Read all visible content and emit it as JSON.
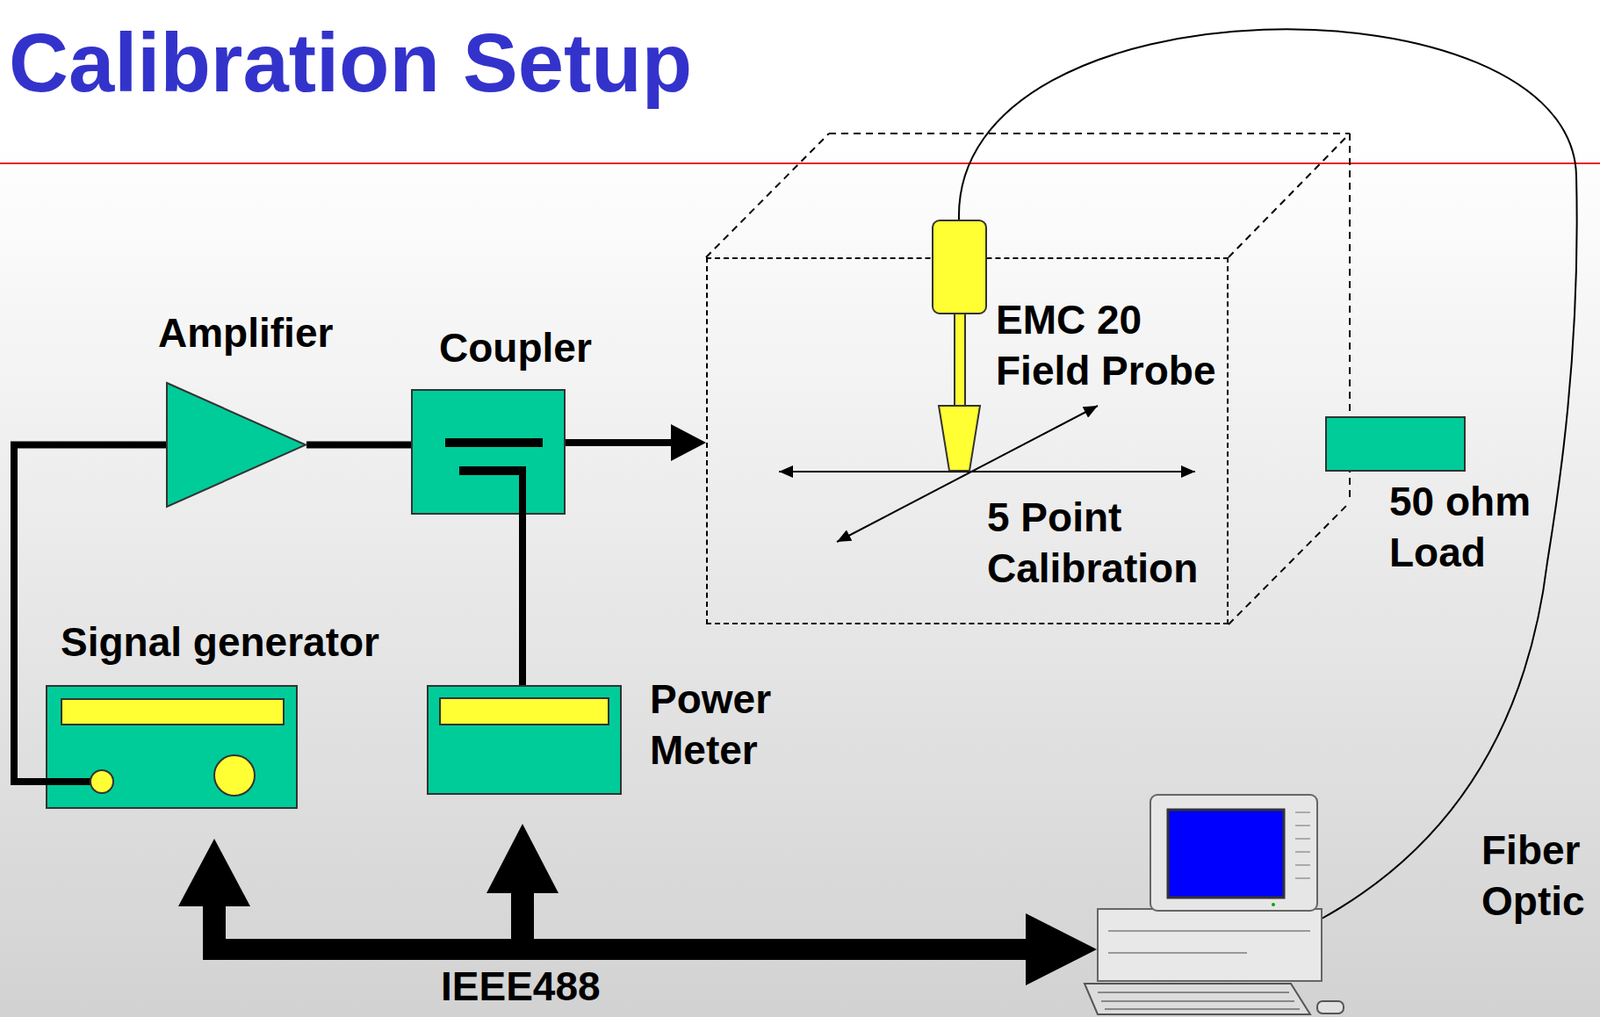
{
  "diagram": {
    "title": "Calibration Setup",
    "nodes": [
      {
        "text": [
          "Amplifier"
        ]
      },
      {
        "text": [
          "Coupler"
        ]
      },
      {
        "text": [
          "5 Point Calibration"
        ]
      },
      {
        "text": [
          "EMC 20 Field Probe"
        ],
        "in": 2
      },
      {
        "text": [
          "50 ohm Load"
        ]
      },
      {
        "text": [
          "Signal generator"
        ]
      },
      {
        "text": [
          "Power Meter"
        ]
      }
    ],
    "edges": [
      {
        "from": 5,
        "to": 0,
        "arrow": "none"
      },
      {
        "from": 0,
        "to": 1,
        "arrow": "none"
      },
      {
        "from": 1,
        "to": 2,
        "arrow": "to"
      },
      {
        "from": 1,
        "to": 6,
        "arrow": "none"
      }
    ],
    "labels": [
      "IEEE488",
      "Fiber Optic"
    ]
  }
}
